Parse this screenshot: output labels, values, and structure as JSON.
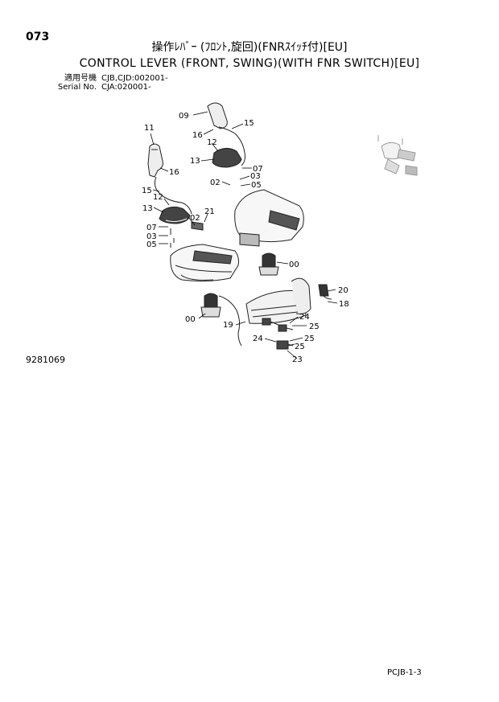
{
  "header": {
    "page_number": "073",
    "title_jp": "操作ﾚﾊﾞｰ (ﾌﾛﾝﾄ,旋回)(FNRｽｲｯﾁ付)[EU]",
    "title_en": "CONTROL LEVER (FRONT, SWING)(WITH FNR SWITCH)[EU]"
  },
  "serial": {
    "row1_label": "適用号機",
    "row1_value": "CJB,CJD:002001-",
    "row2_label": "Serial No.",
    "row2_value": "CJA:020001-"
  },
  "diagram": {
    "figure_number": "9281069",
    "page_code": "PCJB-1-3",
    "callouts": [
      "11",
      "16",
      "15",
      "12",
      "13",
      "07",
      "03",
      "05",
      "02",
      "21",
      "09",
      "16",
      "12",
      "15",
      "13",
      "07",
      "02",
      "03",
      "05",
      "00",
      "00",
      "19",
      "20",
      "18",
      "24",
      "25",
      "24",
      "25",
      "25",
      "23"
    ]
  }
}
